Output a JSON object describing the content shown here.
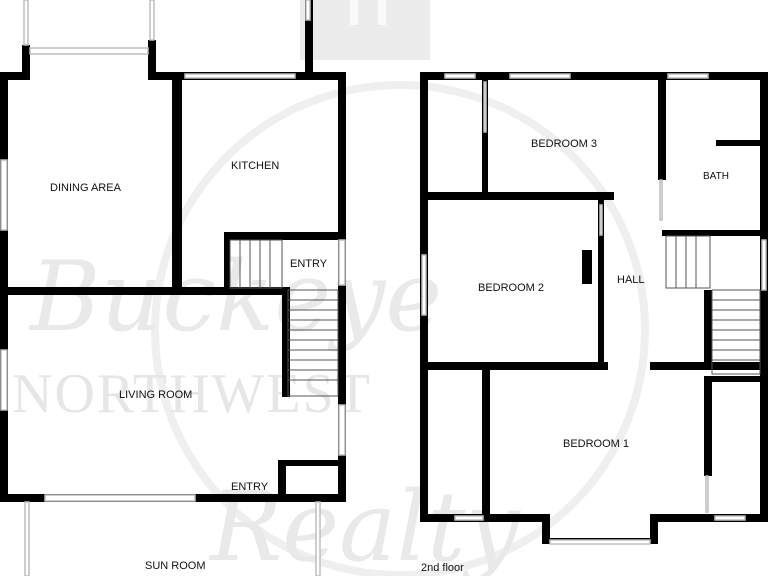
{
  "watermark": {
    "brand_script": "Buckeye",
    "brand_block": "NORTHWEST",
    "brand_script2": "Realty",
    "color": "#e6e6e6"
  },
  "floor1": {
    "rooms": {
      "dining_area": "DINING AREA",
      "kitchen": "KITCHEN",
      "entry_top": "ENTRY",
      "living_room": "LIVING ROOM",
      "entry_bottom": "ENTRY",
      "sun_room": "SUN ROOM"
    }
  },
  "floor2": {
    "caption": "2nd floor",
    "rooms": {
      "bedroom3": "BEDROOM 3",
      "bath": "BATH",
      "bedroom2": "BEDROOM 2",
      "hall": "HALL",
      "bedroom1": "BEDROOM 1"
    }
  },
  "colors": {
    "wall": "#000000",
    "window": "#bdbdbd",
    "stairs": "#555555"
  }
}
